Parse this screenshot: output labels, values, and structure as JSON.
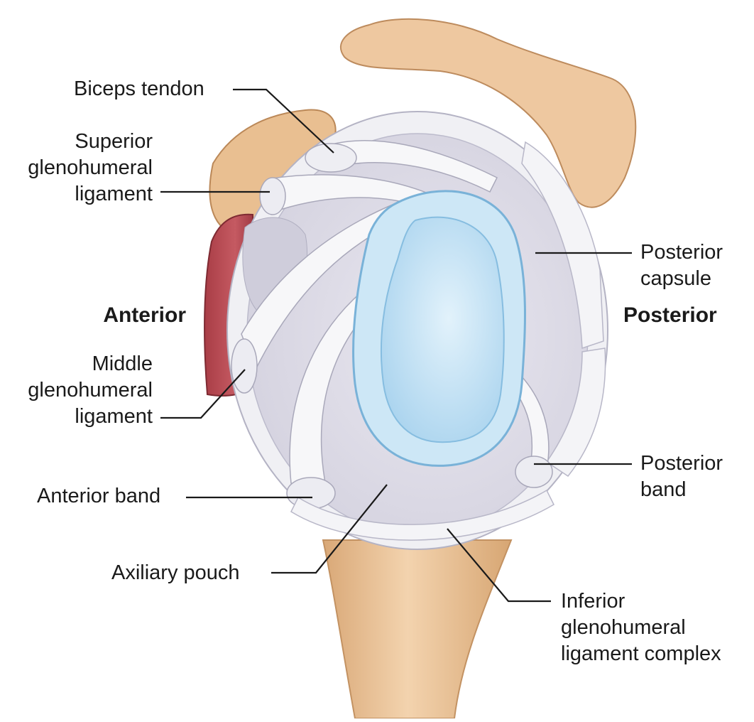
{
  "colors": {
    "bone": "#edc9a0",
    "bone_shadow": "#cf9f6c",
    "bone_outline": "#b9875a",
    "capsule": "#e2e0ea",
    "capsule_rim": "#f1f1f5",
    "ligament": "#f6f6f8",
    "glenoid": "#bfe0f2",
    "glenoid_rim": "#7fb7dc",
    "muscle": "#b94a52",
    "leader": "#1a1a1a"
  },
  "labels": {
    "biceps_tendon": "Biceps tendon",
    "superior_ghl": "Superior\nglenohumeral\nligament",
    "anterior": "Anterior",
    "middle_ghl": "Middle\nglenohumeral\nligament",
    "anterior_band": "Anterior band",
    "axillary_pouch": "Axiliary pouch",
    "posterior_capsule": "Posterior\ncapsule",
    "posterior": "Posterior",
    "posterior_band": "Posterior\nband",
    "inferior_ghl_complex": "Inferior\nglenohumeral\nligament complex"
  }
}
